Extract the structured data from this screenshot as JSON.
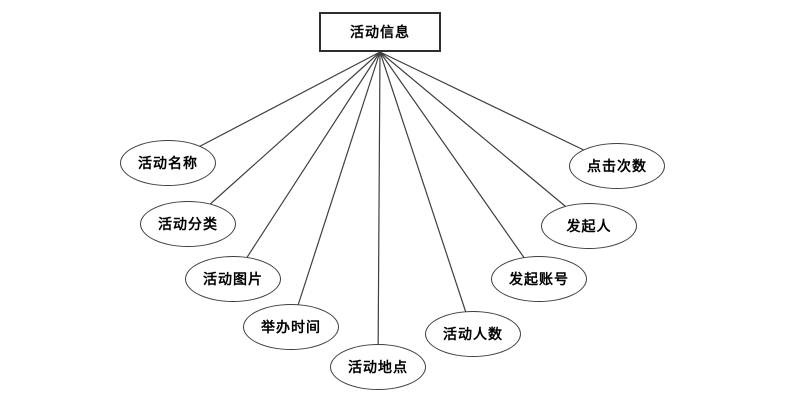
{
  "diagram": {
    "type": "entity-attribute-diagram",
    "entity": {
      "label": "活动信息"
    },
    "attributes": [
      {
        "label": "活动名称"
      },
      {
        "label": "活动分类"
      },
      {
        "label": "活动图片"
      },
      {
        "label": "举办时间"
      },
      {
        "label": "活动地点"
      },
      {
        "label": "活动人数"
      },
      {
        "label": "发起账号"
      },
      {
        "label": "发起人"
      },
      {
        "label": "点击次数"
      }
    ],
    "colors": {
      "background": "#ffffff",
      "stroke": "#3f3f3f",
      "node_fill": "#ffffff",
      "text": "#000000"
    }
  }
}
